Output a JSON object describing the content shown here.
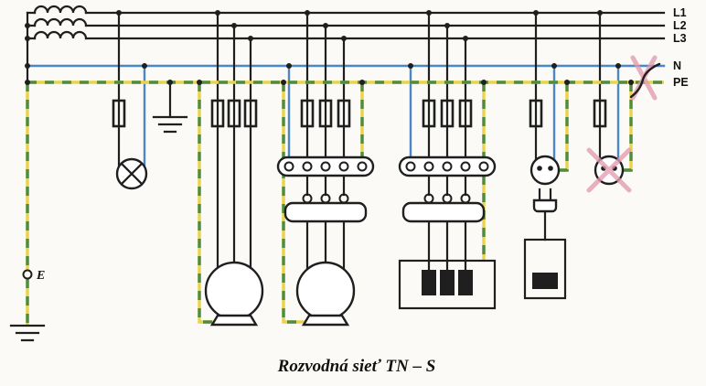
{
  "diagram": {
    "caption": "Rozvodná sieť TN – S",
    "bus_labels": [
      "L1",
      "L2",
      "L3",
      "N",
      "PE"
    ],
    "earth_label": "E",
    "colors": {
      "line": "#1f1f1f",
      "neutral": "#4a86c8",
      "pe_yellow": "#e9d34a",
      "pe_green": "#4e8c3f",
      "error": "#e39baf",
      "background": "#fbfaf6"
    }
  }
}
